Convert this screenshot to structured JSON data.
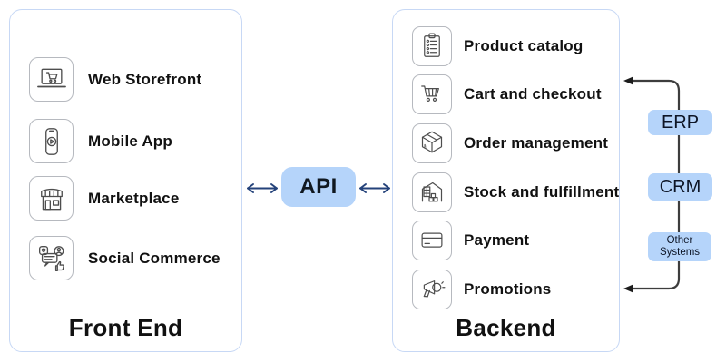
{
  "frontend": {
    "title": "Front End",
    "items": [
      {
        "label": "Web Storefront",
        "icon": "laptop-cart-icon"
      },
      {
        "label": "Mobile App",
        "icon": "mobile-play-icon"
      },
      {
        "label": "Marketplace",
        "icon": "storefront-icon"
      },
      {
        "label": "Social Commerce",
        "icon": "social-chat-icon"
      }
    ]
  },
  "api": {
    "label": "API"
  },
  "backend": {
    "title": "Backend",
    "items": [
      {
        "label": "Product catalog",
        "icon": "clipboard-list-icon"
      },
      {
        "label": "Cart and checkout",
        "icon": "shopping-cart-icon"
      },
      {
        "label": "Order management",
        "icon": "package-box-icon"
      },
      {
        "label": "Stock and fulfillment",
        "icon": "warehouse-icon"
      },
      {
        "label": "Payment",
        "icon": "credit-card-icon"
      },
      {
        "label": "Promotions",
        "icon": "megaphone-icon"
      }
    ]
  },
  "external_systems": {
    "items": [
      {
        "label": "ERP"
      },
      {
        "label": "CRM"
      },
      {
        "label": "Other Systems"
      }
    ]
  },
  "colors": {
    "panel_border": "#c7d8f5",
    "blue_fill": "#b5d4fa",
    "api_arrow": "#24427a",
    "connector": "#3d3d3d",
    "icon_stroke": "#4e4e4e"
  }
}
